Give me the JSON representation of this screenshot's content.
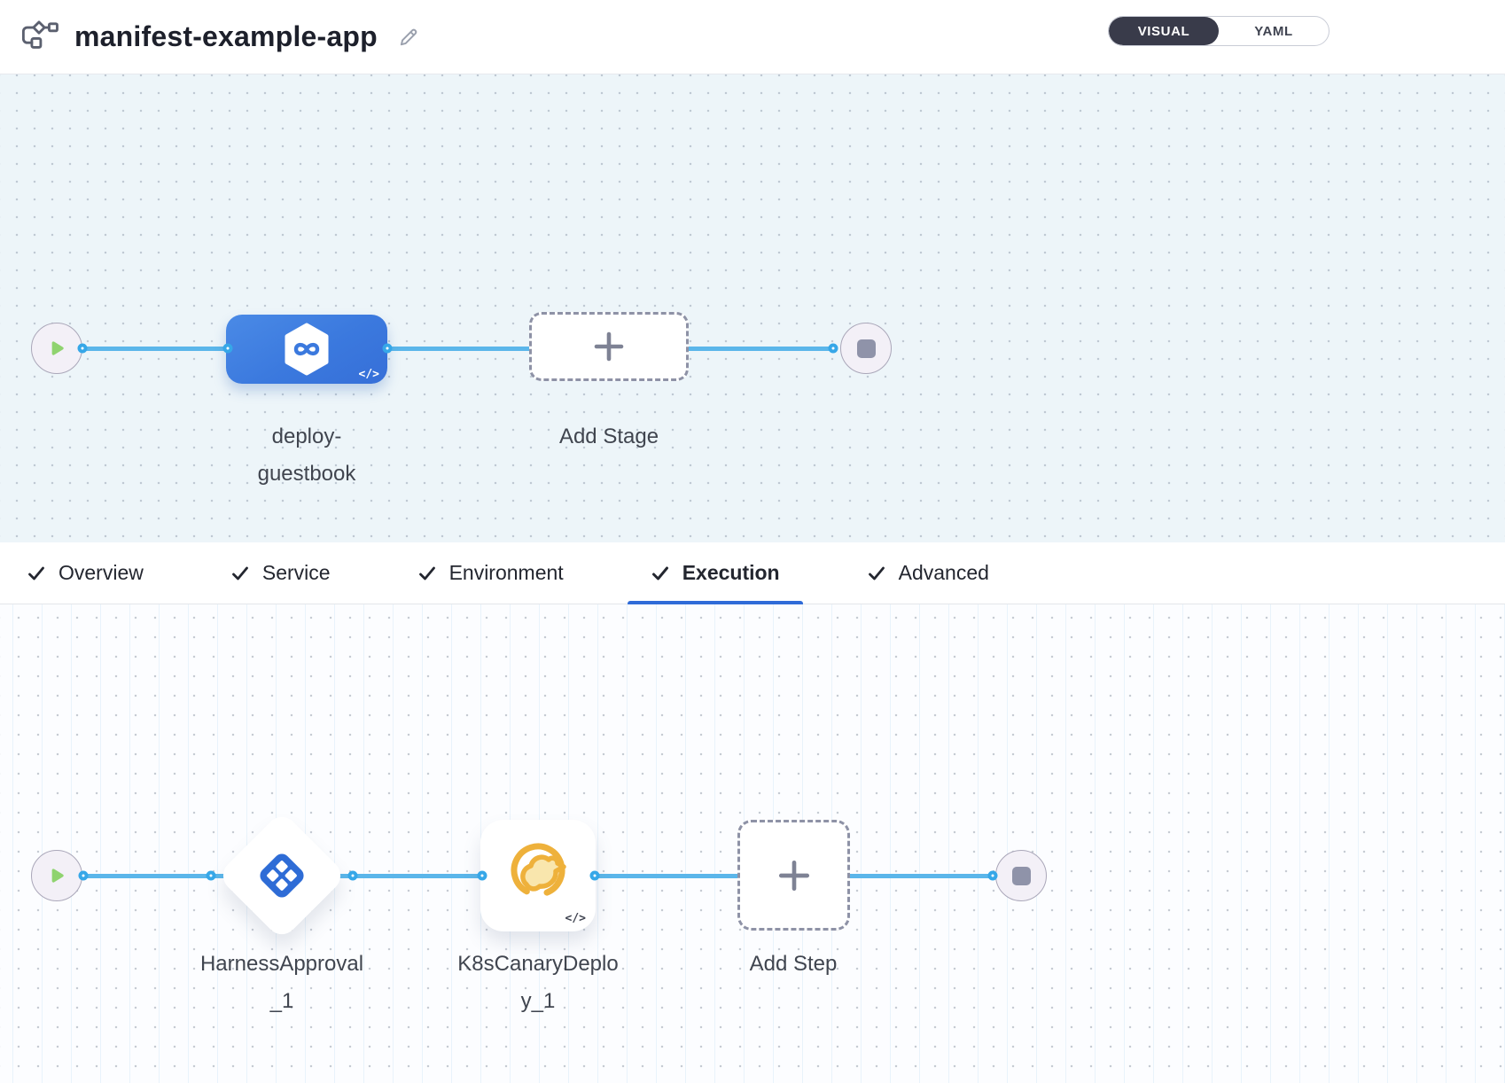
{
  "header": {
    "title": "manifest-example-app",
    "toggle": {
      "visual_label": "VISUAL",
      "yaml_label": "YAML",
      "active": "VISUAL"
    }
  },
  "stage_canvas": {
    "stage_label": "deploy-guestbook",
    "add_stage_label": "Add Stage",
    "code_badge": "</>"
  },
  "tabs": {
    "items": [
      {
        "label": "Overview",
        "checked": true
      },
      {
        "label": "Service",
        "checked": true
      },
      {
        "label": "Environment",
        "checked": true
      },
      {
        "label": "Execution",
        "checked": true
      },
      {
        "label": "Advanced",
        "checked": true
      }
    ],
    "active": "Execution"
  },
  "execution_canvas": {
    "approval_step_label": "HarnessApproval_1",
    "canary_step_label": "K8sCanaryDeploy_1",
    "add_step_label": "Add Step",
    "code_badge": "</>"
  },
  "colors": {
    "connector_blue": "#5bb6ea",
    "port_ring_blue": "#36a7e8",
    "stage_blue": "#3b79de",
    "active_tab_underline": "#2f6bd8",
    "toggle_active_bg": "#393b4a",
    "approval_blue": "#2e6cd6",
    "canary_amber": "#eeb13b",
    "play_green": "#8fd36f",
    "end_square_gray": "#8f93a9"
  }
}
